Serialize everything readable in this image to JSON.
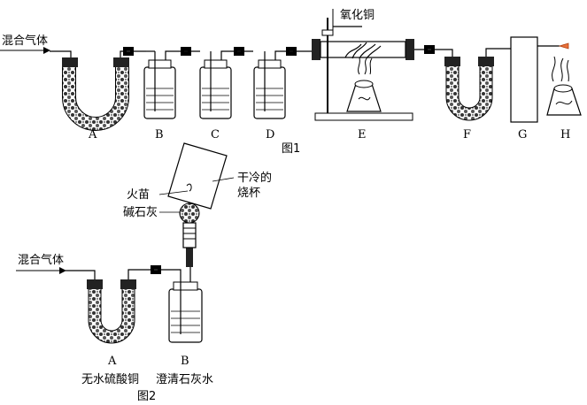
{
  "figure1": {
    "inlet_label": "混合气体",
    "top_label": "氧化铜",
    "letters": [
      "A",
      "B",
      "C",
      "D",
      "E",
      "F",
      "G",
      "H"
    ],
    "caption": "图1"
  },
  "figure2": {
    "inlet_label": "混合气体",
    "labels": {
      "flame": "火苗",
      "soda_lime": "碱石灰",
      "beaker_line1": "干冷的",
      "beaker_line2": "烧杯"
    },
    "letters": [
      "A",
      "B"
    ],
    "substances": [
      "无水硫酸铜",
      "澄清石灰水"
    ],
    "caption": "图2"
  }
}
